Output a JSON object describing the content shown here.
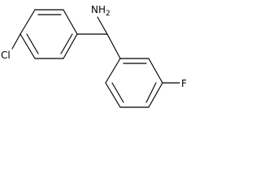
{
  "molecule": {
    "atoms": {
      "amine": "NH2",
      "chlorine": "Cl",
      "fluorine": "F"
    }
  }
}
